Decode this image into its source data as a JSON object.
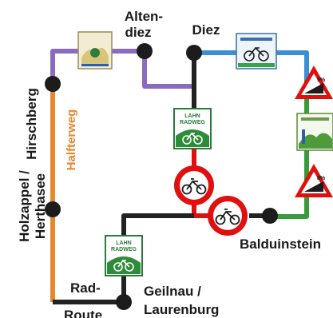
{
  "places": {
    "altendiez_line1": "Alten-",
    "altendiez_line2": "diez",
    "diez": "Diez",
    "hirschberg": "Hirschberg",
    "holzappel_line1": "Holzappel /",
    "holzappel_line2": "Herthasee",
    "balduinstein": "Balduinstein",
    "geilnau_line1": "Geilnau /",
    "geilnau_line2": "Laurenburg"
  },
  "routes": {
    "halfterweg": "Halfterweg",
    "rad_route_line1": "Rad-",
    "rad_route_line2": "Route"
  },
  "signs": {
    "lahnradweg_line1": "LAHN",
    "lahnradweg_line2": "RADWEG",
    "steep_grade_top": "9%",
    "steep_grade_bottom": "8%"
  },
  "colors": {
    "halfterweg": "#e8862a",
    "purple_route": "#8b6bbf",
    "blue_route": "#3a8fd6",
    "green_route": "#3a9a3a",
    "black_route": "#222222",
    "red_segment": "#e01010"
  },
  "icons": [
    "bicycle-prohibited-sign-icon",
    "steep-incline-warning-icon",
    "lahnradweg-logo-icon",
    "route-logo-icon"
  ]
}
